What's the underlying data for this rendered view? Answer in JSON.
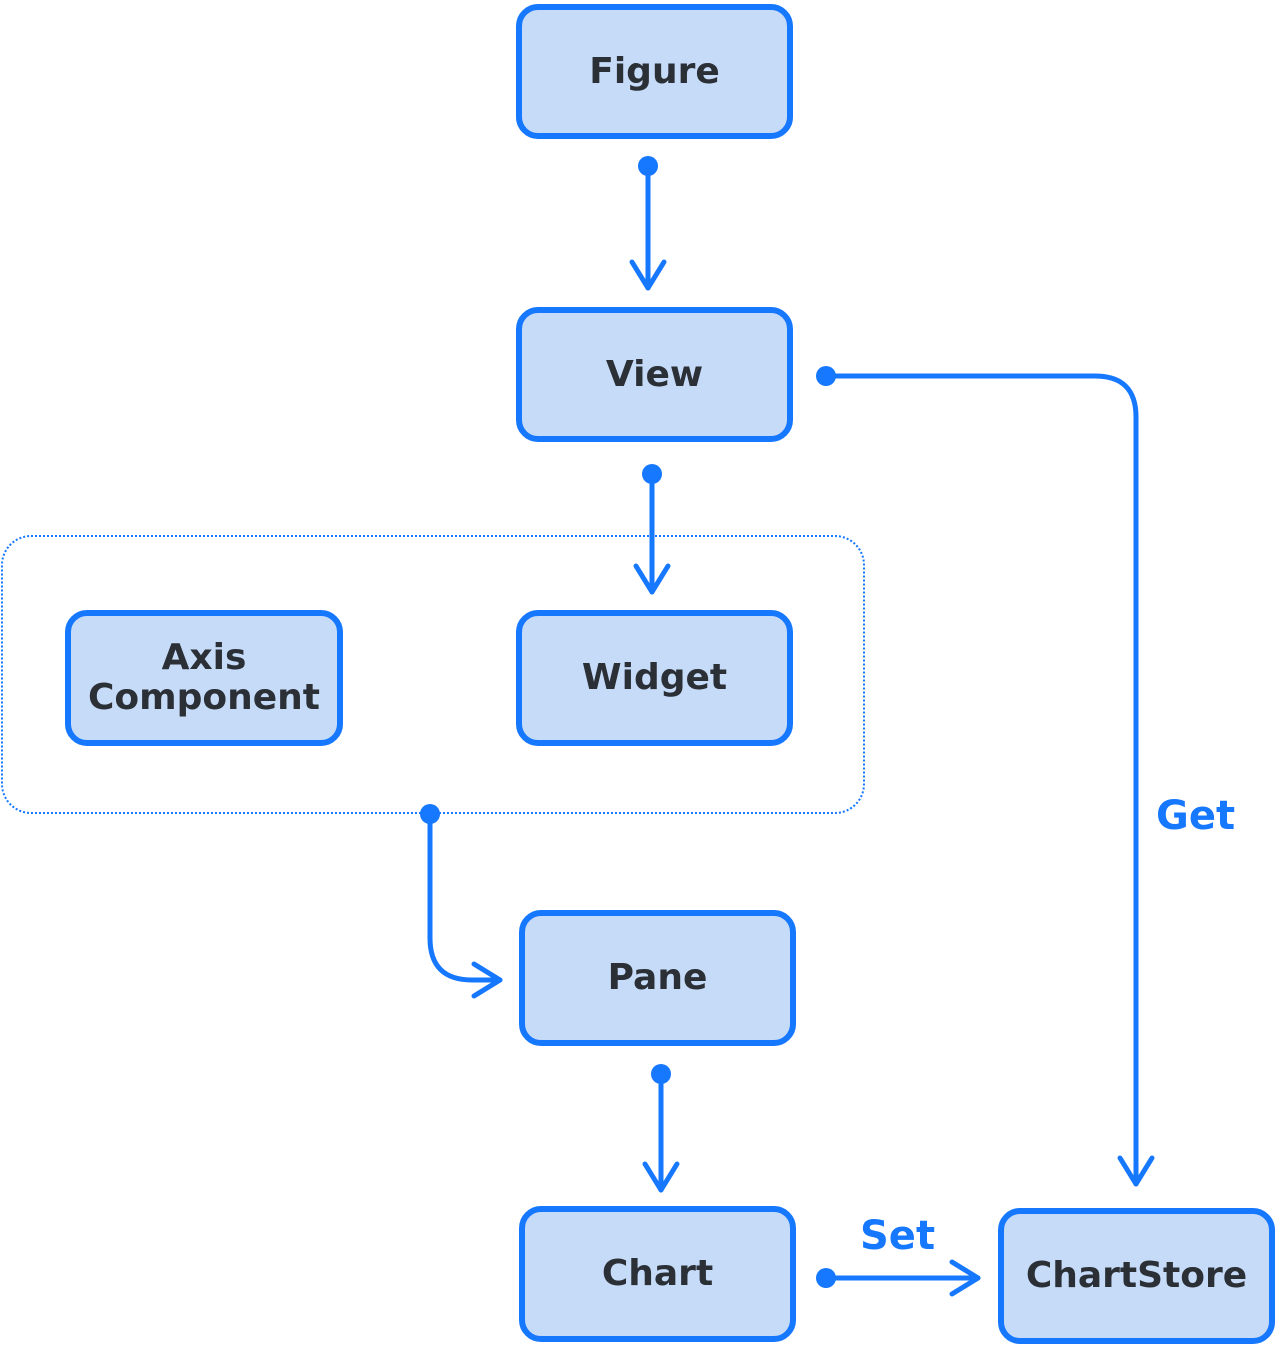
{
  "diagram": {
    "nodes": {
      "figure": "Figure",
      "view": "View",
      "axis_component_line1": "Axis",
      "axis_component_line2": "Component",
      "widget": "Widget",
      "pane": "Pane",
      "chart": "Chart",
      "chartstore": "ChartStore"
    },
    "edges": {
      "get": "Get",
      "set": "Set"
    }
  },
  "colors": {
    "accent": "#1677ff",
    "node_fill": "#c6dbf8",
    "node_text": "#2b2f36"
  }
}
